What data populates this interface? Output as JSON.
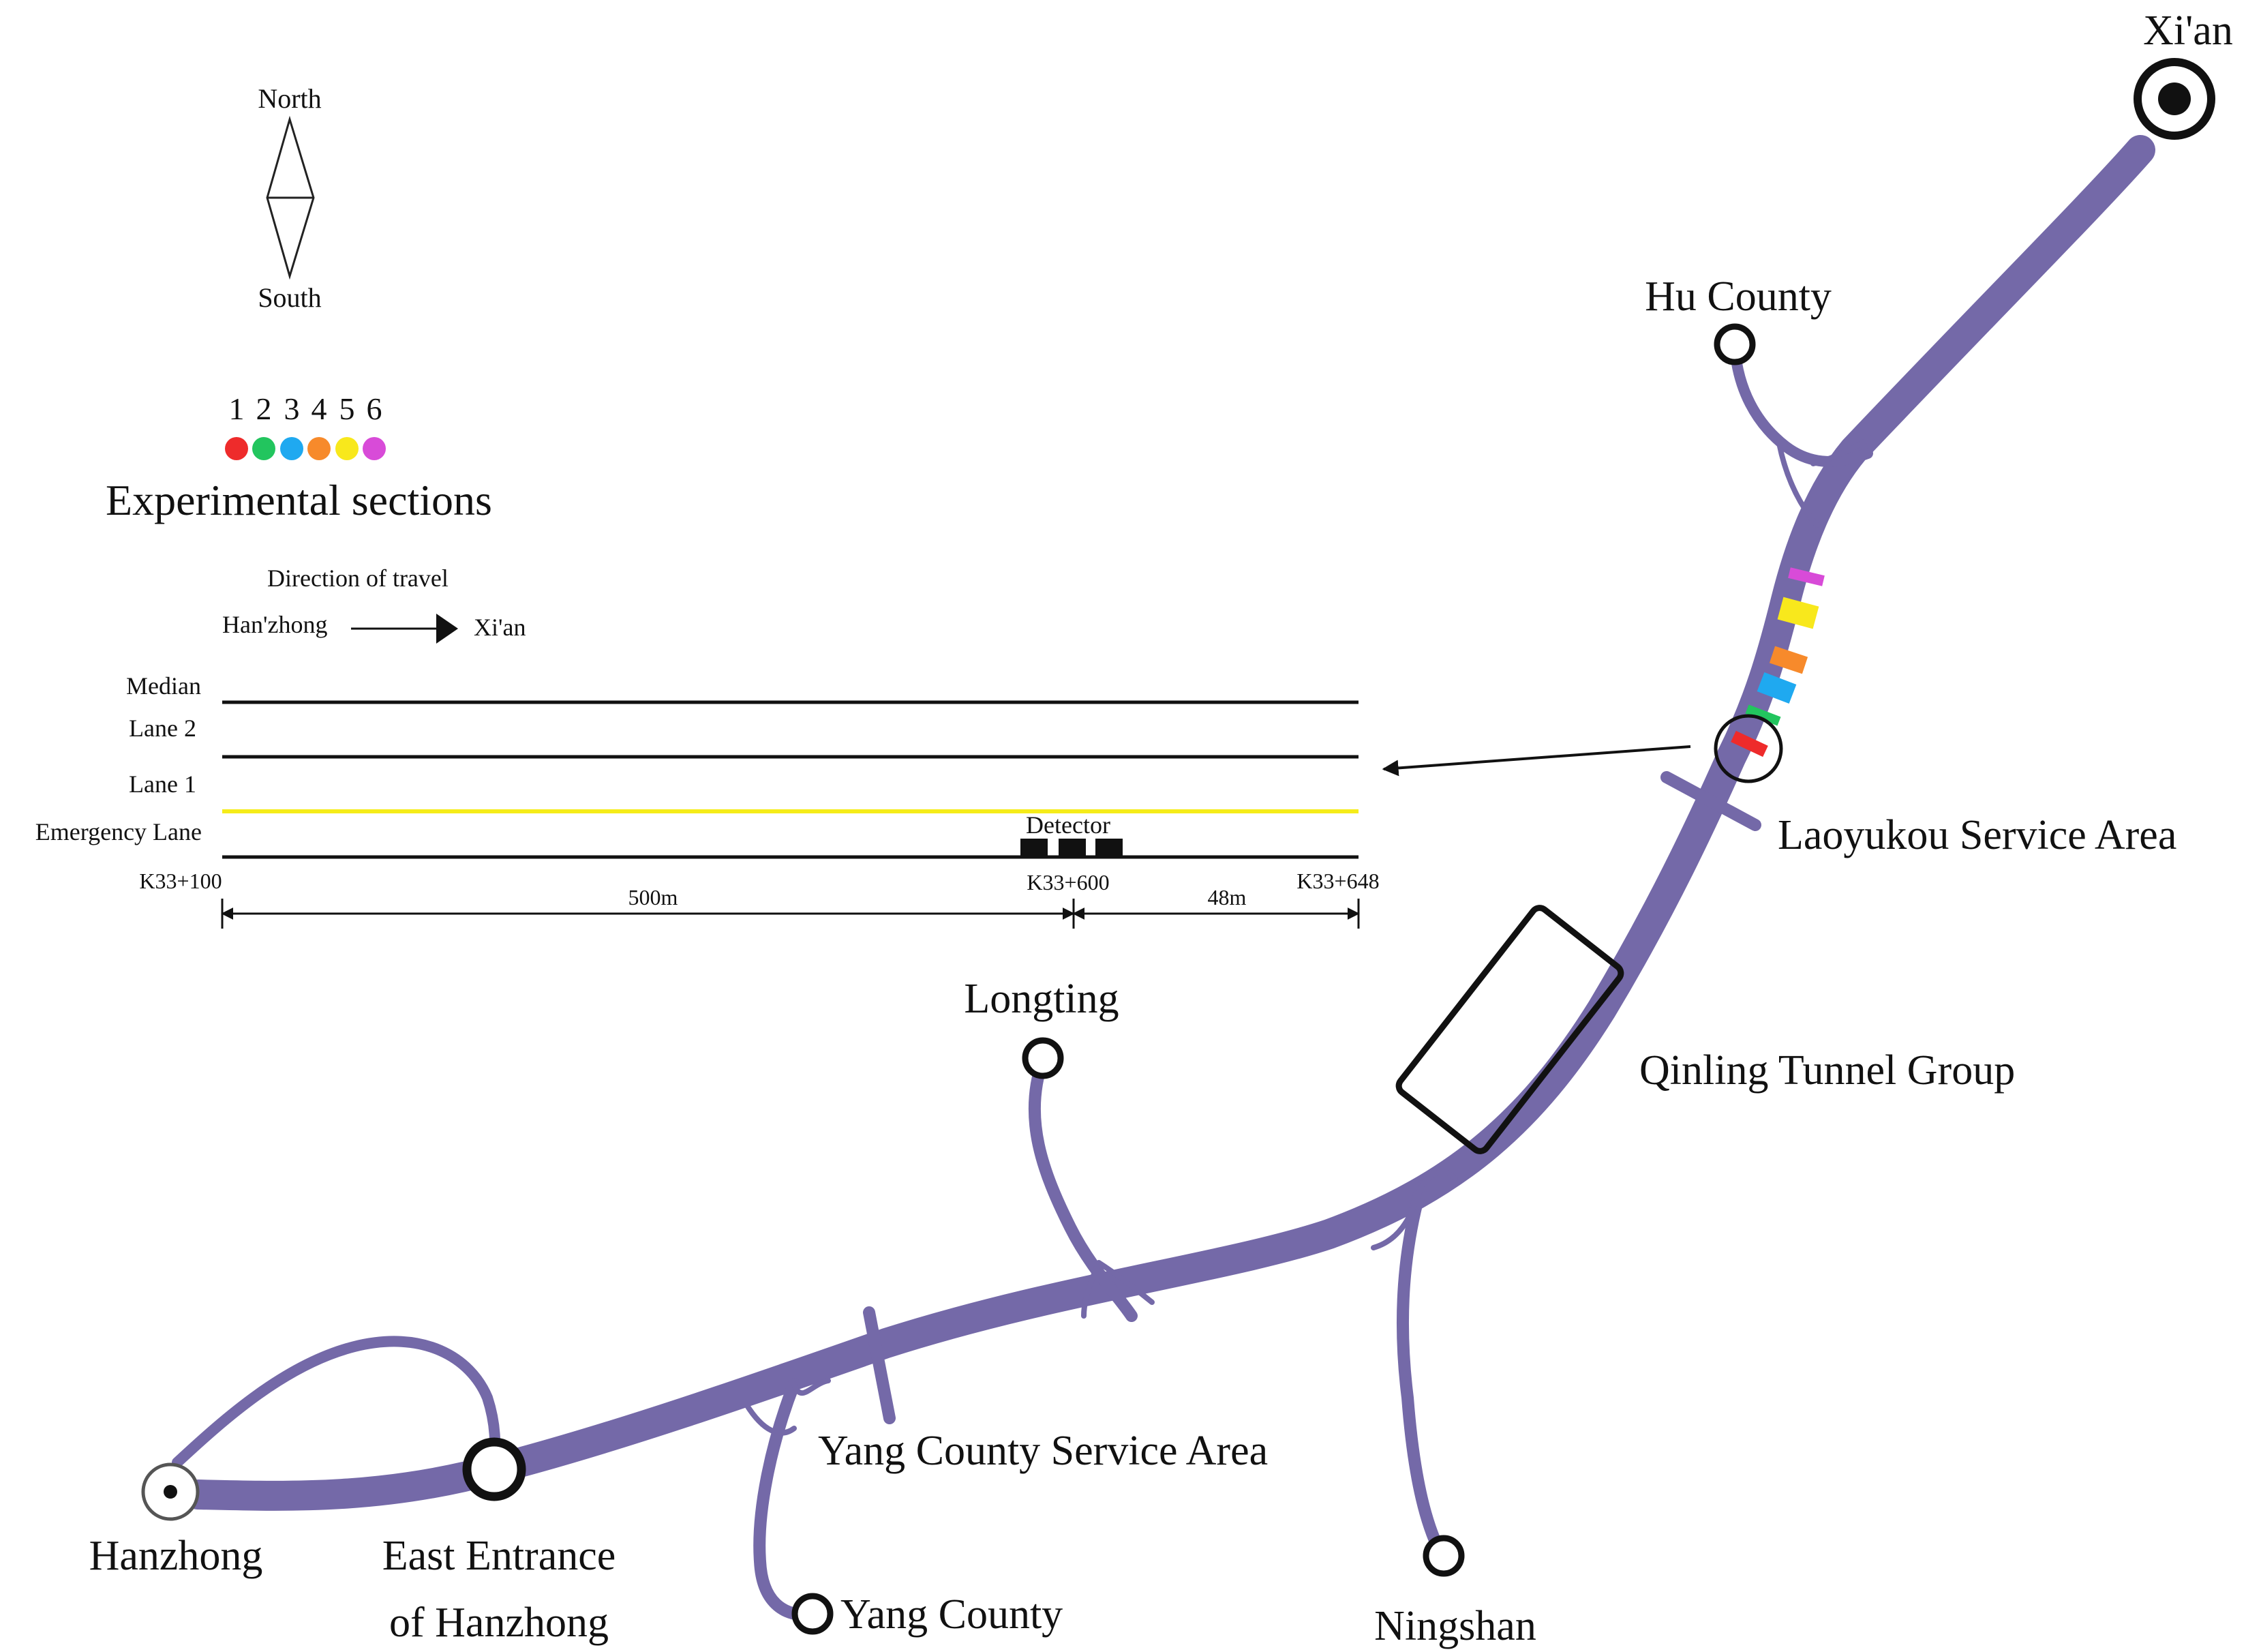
{
  "compass": {
    "north": "North",
    "south": "South"
  },
  "legend": {
    "title": "Experimental sections",
    "sections": [
      {
        "number": "1",
        "color": "#ee2b2b"
      },
      {
        "number": "2",
        "color": "#22c55e"
      },
      {
        "number": "3",
        "color": "#1fa9f0"
      },
      {
        "number": "4",
        "color": "#f78a2b"
      },
      {
        "number": "5",
        "color": "#f8e81c"
      },
      {
        "number": "6",
        "color": "#d84bd8"
      }
    ]
  },
  "inset": {
    "direction_title": "Direction of travel",
    "from": "Han'zhong",
    "to": "Xi'an",
    "lanes": [
      "Median",
      "Lane 2",
      "Lane 1",
      "Emergency Lane"
    ],
    "detector": "Detector",
    "stations": [
      "K33+100",
      "K33+600",
      "K33+648"
    ],
    "distances": [
      "500m",
      "48m"
    ],
    "lane_line_color": "#111111",
    "edge_line_color": "#f5ec1a"
  },
  "places": {
    "xian": "Xi'an",
    "hu_county": "Hu County",
    "laoyukou": "Laoyukou Service Area",
    "qinling": "Qinling Tunnel Group",
    "longting": "Longting",
    "yang_service": "Yang County Service Area",
    "hanzhong": "Hanzhong",
    "east_entrance_1": "East Entrance",
    "east_entrance_2": "of Hanzhong",
    "yang_county": "Yang County",
    "ningshan": "Ningshan"
  },
  "road_color": "#7469a8"
}
